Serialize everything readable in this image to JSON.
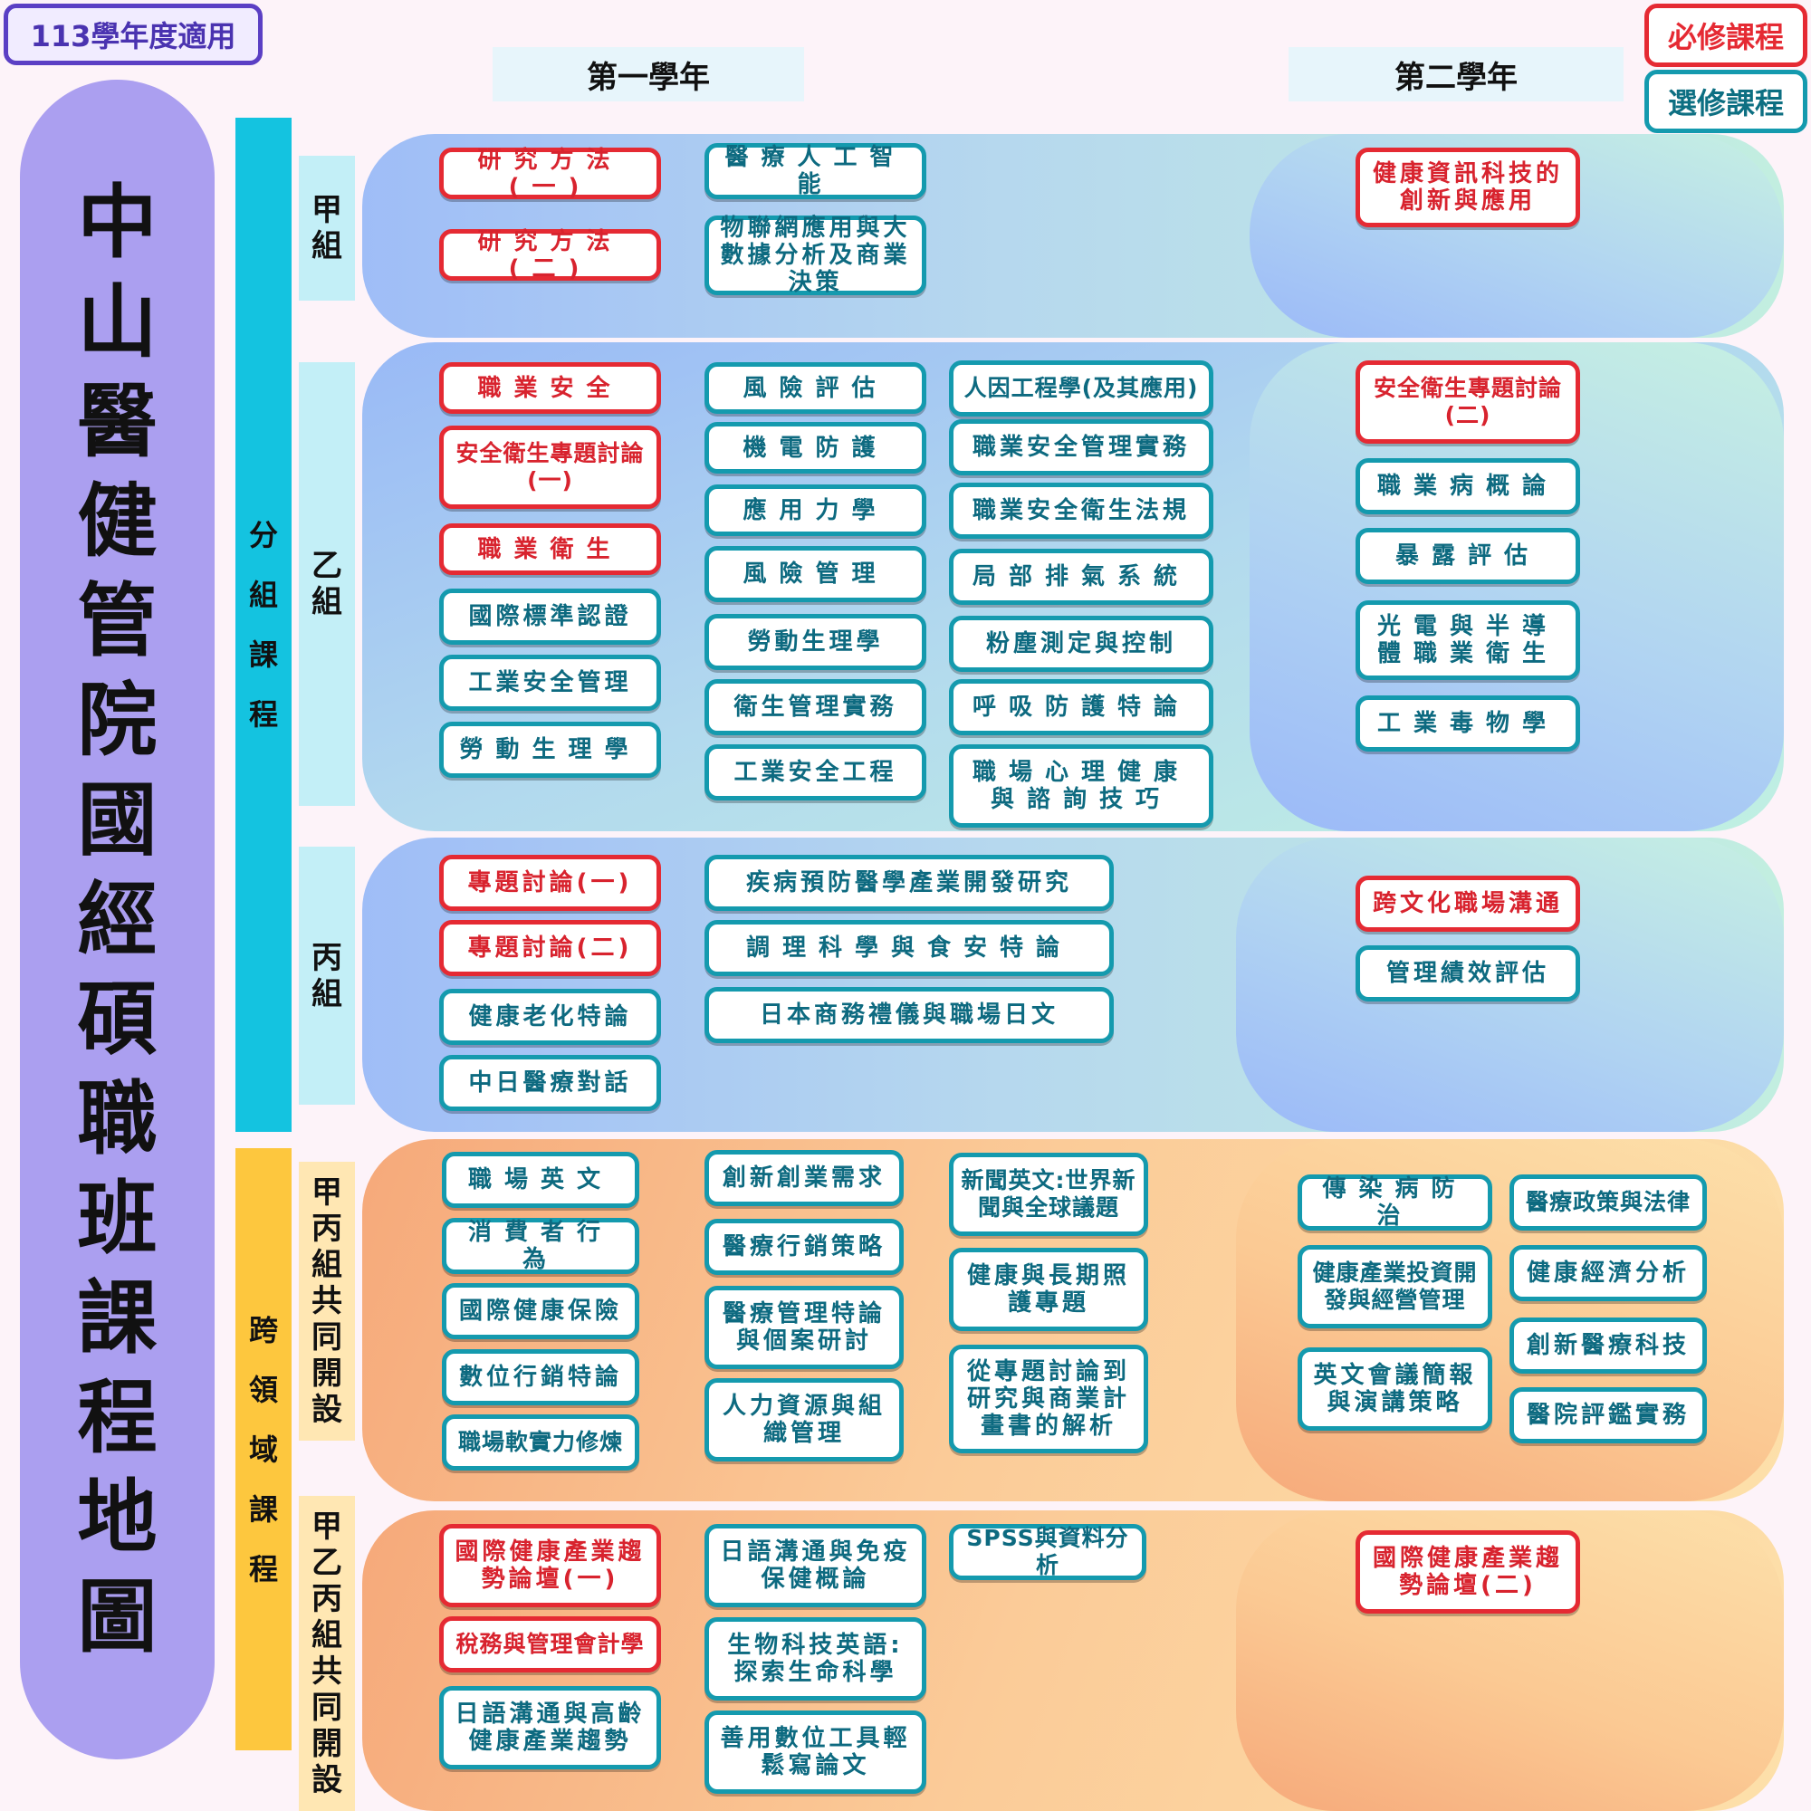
{
  "badge": "113學年度適用",
  "legend": {
    "required": "必修課程",
    "elective": "選修課程"
  },
  "year_headers": [
    "第一學年",
    "第二學年"
  ],
  "title": [
    "中",
    "山",
    "醫",
    "健",
    "管",
    "院",
    "國",
    "經",
    "碩",
    "職",
    "班",
    "課",
    "程",
    "地",
    "圖"
  ],
  "bars": {
    "grouped": [
      "分",
      "組",
      "課",
      "程"
    ],
    "cross": [
      "跨",
      "領",
      "域",
      "課",
      "程"
    ]
  },
  "groups": {
    "jia": [
      "甲",
      "組"
    ],
    "yi": [
      "乙",
      "組"
    ],
    "bing": [
      "丙",
      "組"
    ],
    "jiabing": [
      "甲",
      "丙",
      "組",
      "共",
      "同",
      "開",
      "設"
    ],
    "jiayibing": [
      "甲",
      "乙",
      "丙",
      "組",
      "共",
      "同",
      "開",
      "設"
    ]
  },
  "colors": {
    "required": "#e52a33",
    "elective": "#149aae",
    "title_bg": "#ab9ff0",
    "bar_grouped": "#14c3e0",
    "bar_cross": "#fdc73e"
  },
  "courses": [
    {
      "t": "研究方法(一)",
      "k": "req"
    },
    {
      "t": "研究方法(二)",
      "k": "req"
    },
    {
      "t": "醫療人工智能",
      "k": "ele"
    },
    {
      "t": "物聯網應用與大數據分析及商業決策",
      "k": "ele"
    },
    {
      "t": "健康資訊科技的創新與應用",
      "k": "req"
    },
    {
      "t": "職業安全",
      "k": "req"
    },
    {
      "t": "安全衛生專題討論(一)",
      "k": "req"
    },
    {
      "t": "職業衛生",
      "k": "req"
    },
    {
      "t": "國際標準認證",
      "k": "ele"
    },
    {
      "t": "工業安全管理",
      "k": "ele"
    },
    {
      "t": "勞動生理學",
      "k": "ele"
    },
    {
      "t": "風險評估",
      "k": "ele"
    },
    {
      "t": "機電防護",
      "k": "ele"
    },
    {
      "t": "應用力學",
      "k": "ele"
    },
    {
      "t": "風險管理",
      "k": "ele"
    },
    {
      "t": "勞動生理學",
      "k": "ele"
    },
    {
      "t": "衛生管理實務",
      "k": "ele"
    },
    {
      "t": "工業安全工程",
      "k": "ele"
    },
    {
      "t": "人因工程學(及其應用)",
      "k": "ele"
    },
    {
      "t": "職業安全管理實務",
      "k": "ele"
    },
    {
      "t": "職業安全衛生法規",
      "k": "ele"
    },
    {
      "t": "局部排氣系統",
      "k": "ele"
    },
    {
      "t": "粉塵測定與控制",
      "k": "ele"
    },
    {
      "t": "呼吸防護特論",
      "k": "ele"
    },
    {
      "t": "職場心理健康與諮詢技巧",
      "k": "ele"
    },
    {
      "t": "安全衛生專題討論(二)",
      "k": "req"
    },
    {
      "t": "職業病概論",
      "k": "ele"
    },
    {
      "t": "暴露評估",
      "k": "ele"
    },
    {
      "t": "光電與半導體職業衛生",
      "k": "ele"
    },
    {
      "t": "工業毒物學",
      "k": "ele"
    },
    {
      "t": "專題討論(一)",
      "k": "req"
    },
    {
      "t": "專題討論(二)",
      "k": "req"
    },
    {
      "t": "健康老化特論",
      "k": "ele"
    },
    {
      "t": "中日醫療對話",
      "k": "ele"
    },
    {
      "t": "疾病預防醫學產業開發研究",
      "k": "ele"
    },
    {
      "t": "調理科學與食安特論",
      "k": "ele"
    },
    {
      "t": "日本商務禮儀與職場日文",
      "k": "ele"
    },
    {
      "t": "跨文化職場溝通",
      "k": "req"
    },
    {
      "t": "管理績效評估",
      "k": "ele"
    },
    {
      "t": "職場英文",
      "k": "ele"
    },
    {
      "t": "消費者行為",
      "k": "ele"
    },
    {
      "t": "國際健康保險",
      "k": "ele"
    },
    {
      "t": "數位行銷特論",
      "k": "ele"
    },
    {
      "t": "職場軟實力修煉",
      "k": "ele"
    },
    {
      "t": "創新創業需求",
      "k": "ele"
    },
    {
      "t": "醫療行銷策略",
      "k": "ele"
    },
    {
      "t": "醫療管理特論與個案研討",
      "k": "ele"
    },
    {
      "t": "人力資源與組織管理",
      "k": "ele"
    },
    {
      "t": "新聞英文:世界新聞與全球議題",
      "k": "ele"
    },
    {
      "t": "健康與長期照護專題",
      "k": "ele"
    },
    {
      "t": "從專題討論到研究與商業計畫書的解析",
      "k": "ele"
    },
    {
      "t": "傳染病防治",
      "k": "ele"
    },
    {
      "t": "醫療政策與法律",
      "k": "ele"
    },
    {
      "t": "健康產業投資開發與經營管理",
      "k": "ele"
    },
    {
      "t": "健康經濟分析",
      "k": "ele"
    },
    {
      "t": "創新醫療科技",
      "k": "ele"
    },
    {
      "t": "英文會議簡報與演講策略",
      "k": "ele"
    },
    {
      "t": "醫院評鑑實務",
      "k": "ele"
    },
    {
      "t": "國際健康產業趨勢論壇(一)",
      "k": "req"
    },
    {
      "t": "稅務與管理會計學",
      "k": "req"
    },
    {
      "t": "日語溝通與高齡健康產業趨勢",
      "k": "ele"
    },
    {
      "t": "日語溝通與免疫保健概論",
      "k": "ele"
    },
    {
      "t": "生物科技英語:探索生命科學",
      "k": "ele"
    },
    {
      "t": "善用數位工具輕鬆寫論文",
      "k": "ele"
    },
    {
      "t": "SPSS與資料分析",
      "k": "ele"
    },
    {
      "t": "國際健康產業趨勢論壇(二)",
      "k": "req"
    }
  ]
}
